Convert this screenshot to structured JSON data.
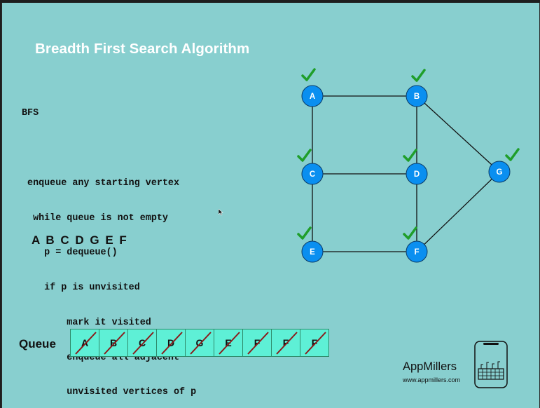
{
  "title": "Breadth First Search Algorithm",
  "pseudocode": {
    "heading": "BFS",
    "lines": [
      " enqueue any starting vertex",
      "  while queue is not empty",
      "    p = dequeue()",
      "    if p is unvisited",
      "        mark it visited",
      "        enqueue all adjacent",
      "        unvisited vertices of p"
    ]
  },
  "traversal_order": "A B C D G E F",
  "graph": {
    "nodes": [
      {
        "id": "A",
        "visited": true
      },
      {
        "id": "B",
        "visited": true
      },
      {
        "id": "C",
        "visited": true
      },
      {
        "id": "D",
        "visited": true
      },
      {
        "id": "E",
        "visited": true
      },
      {
        "id": "F",
        "visited": true
      },
      {
        "id": "G",
        "visited": true
      }
    ],
    "edges": [
      [
        "A",
        "B"
      ],
      [
        "A",
        "C"
      ],
      [
        "B",
        "D"
      ],
      [
        "B",
        "G"
      ],
      [
        "C",
        "D"
      ],
      [
        "C",
        "E"
      ],
      [
        "D",
        "F"
      ],
      [
        "E",
        "F"
      ],
      [
        "F",
        "G"
      ]
    ],
    "node_color": "#0a8ff0",
    "check_color": "#1f9e2a"
  },
  "queue": {
    "label": "Queue",
    "items": [
      "A",
      "B",
      "C",
      "D",
      "G",
      "E",
      "F",
      "F",
      "F"
    ],
    "all_dequeued": true,
    "strike_color": "#8b1a1a"
  },
  "brand": {
    "name": "AppMillers",
    "url": "www.appmillers.com"
  }
}
